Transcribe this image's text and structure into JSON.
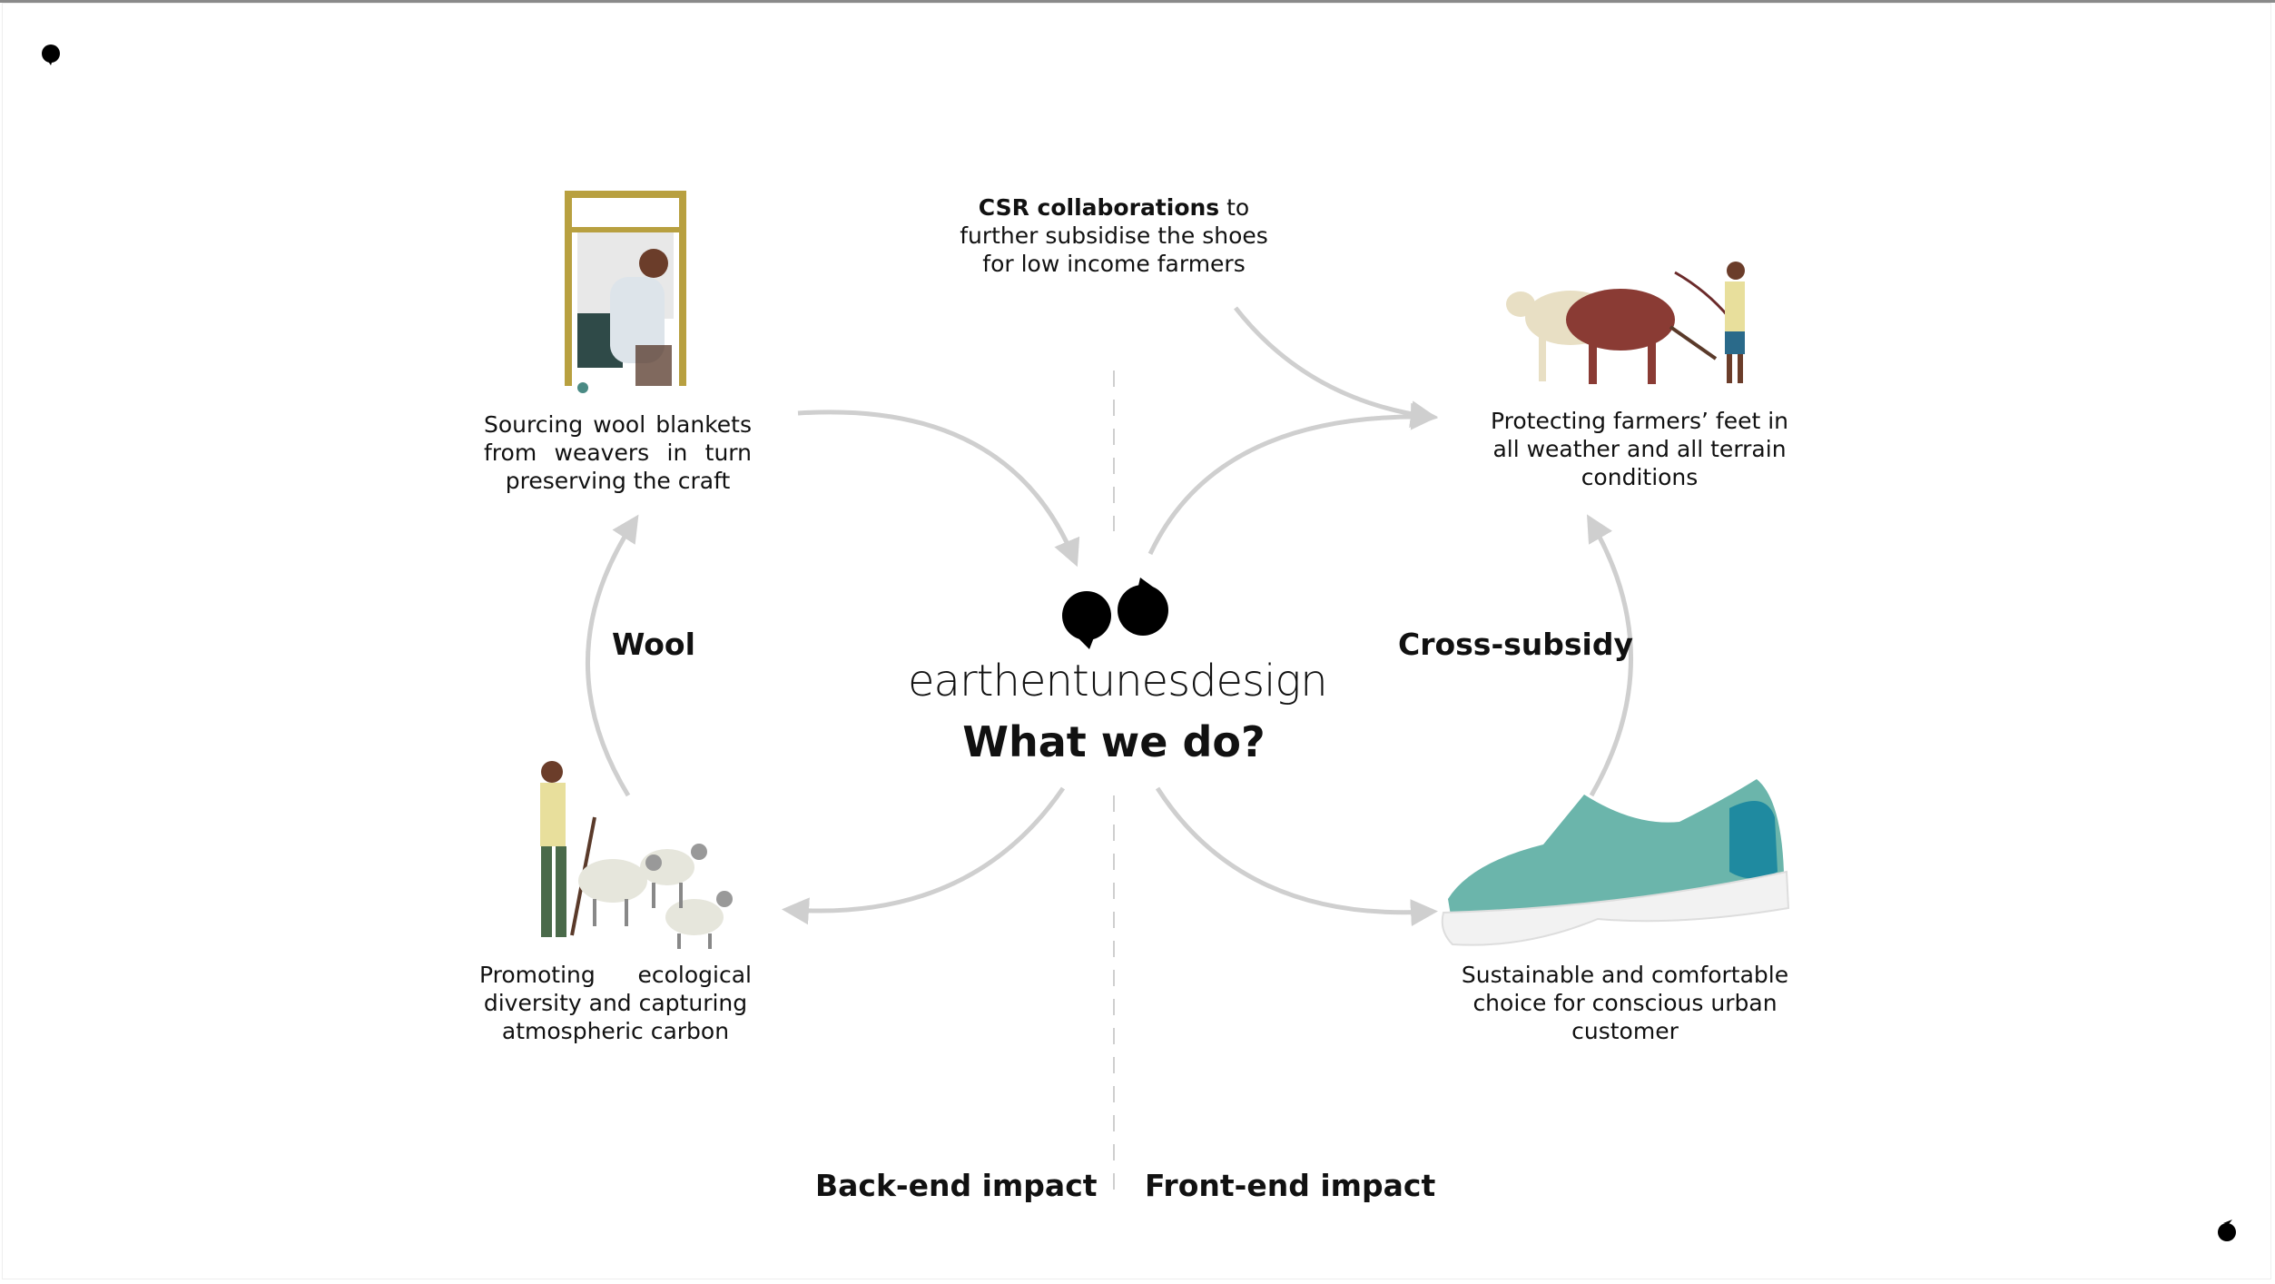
{
  "brand": {
    "wordmark": "earthentunesdesign",
    "title": "What we do?"
  },
  "csr": {
    "bold": "CSR collaborations",
    "rest": " to",
    "line2": "further subsidise the shoes",
    "line3": "for low income farmers"
  },
  "weavers": {
    "lines": [
      "Sourcing wool blankets",
      "from weavers in turn",
      "preserving the craft"
    ]
  },
  "farmers": {
    "lines": [
      "Protecting farmers’ feet in",
      "all weather and all terrain",
      "conditions"
    ]
  },
  "ecology": {
    "lines": [
      "Promoting ecological",
      "diversity and capturing",
      "atmospheric carbon"
    ]
  },
  "customer": {
    "lines": [
      "Sustainable and comfortable",
      "choice for conscious urban",
      "customer"
    ]
  },
  "labels": {
    "wool": "Wool",
    "cross_subsidy": "Cross-subsidy",
    "back_end": "Back-end impact",
    "front_end": "Front-end impact"
  },
  "colors": {
    "arrow": "#cfcfcf",
    "shoe": "#6bb5ab",
    "ox": "#8a3b34"
  }
}
